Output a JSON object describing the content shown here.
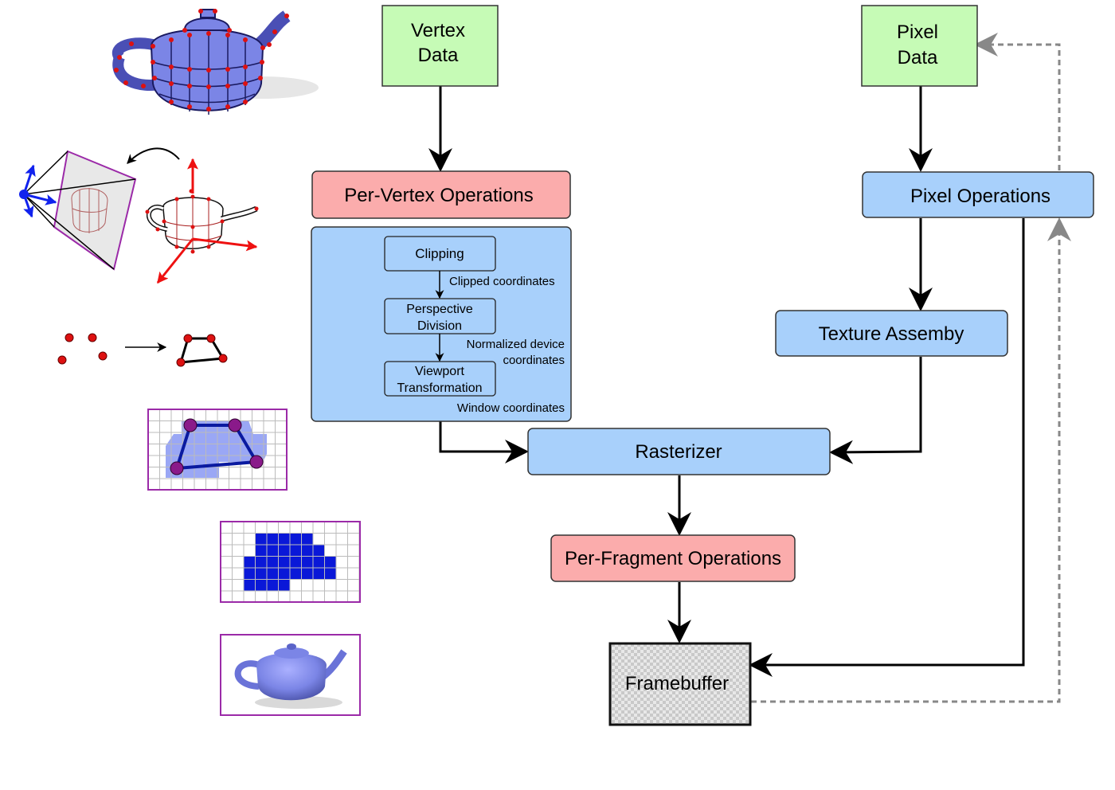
{
  "nodes": {
    "vertex_data": [
      "Vertex",
      "Data"
    ],
    "pixel_data": [
      "Pixel",
      "Data"
    ],
    "per_vertex_ops": "Per-Vertex Operations",
    "pixel_ops": "Pixel Operations",
    "clipping": "Clipping",
    "perspective_division": [
      "Perspective",
      "Division"
    ],
    "viewport_transformation": [
      "Viewport",
      "Transformation"
    ],
    "texture_assembly": "Texture Assemby",
    "rasterizer": "Rasterizer",
    "per_fragment_ops": "Per-Fragment Operations",
    "framebuffer": "Framebuffer"
  },
  "edge_labels": {
    "clipped": "Clipped coordinates",
    "normalized": [
      "Normalized device",
      "coordinates"
    ],
    "window": "Window coordinates"
  },
  "colors": {
    "data_source": "#c6fbb6",
    "operation_red": "#fbacac",
    "operation_blue": "#a8d0fb",
    "dashed_arrow": "#888888",
    "model_fill": "#7b85e6",
    "vertex_marker": "#dd1111",
    "raster_fill": "#0a18d8",
    "thumbnail_border": "#9b2aa8"
  },
  "illustrations": [
    "teapot-mesh-icon",
    "camera-projection-icon",
    "primitive-assembly-icon",
    "rasterization-grid-icon",
    "fragments-grid-icon",
    "shaded-teapot-icon"
  ]
}
